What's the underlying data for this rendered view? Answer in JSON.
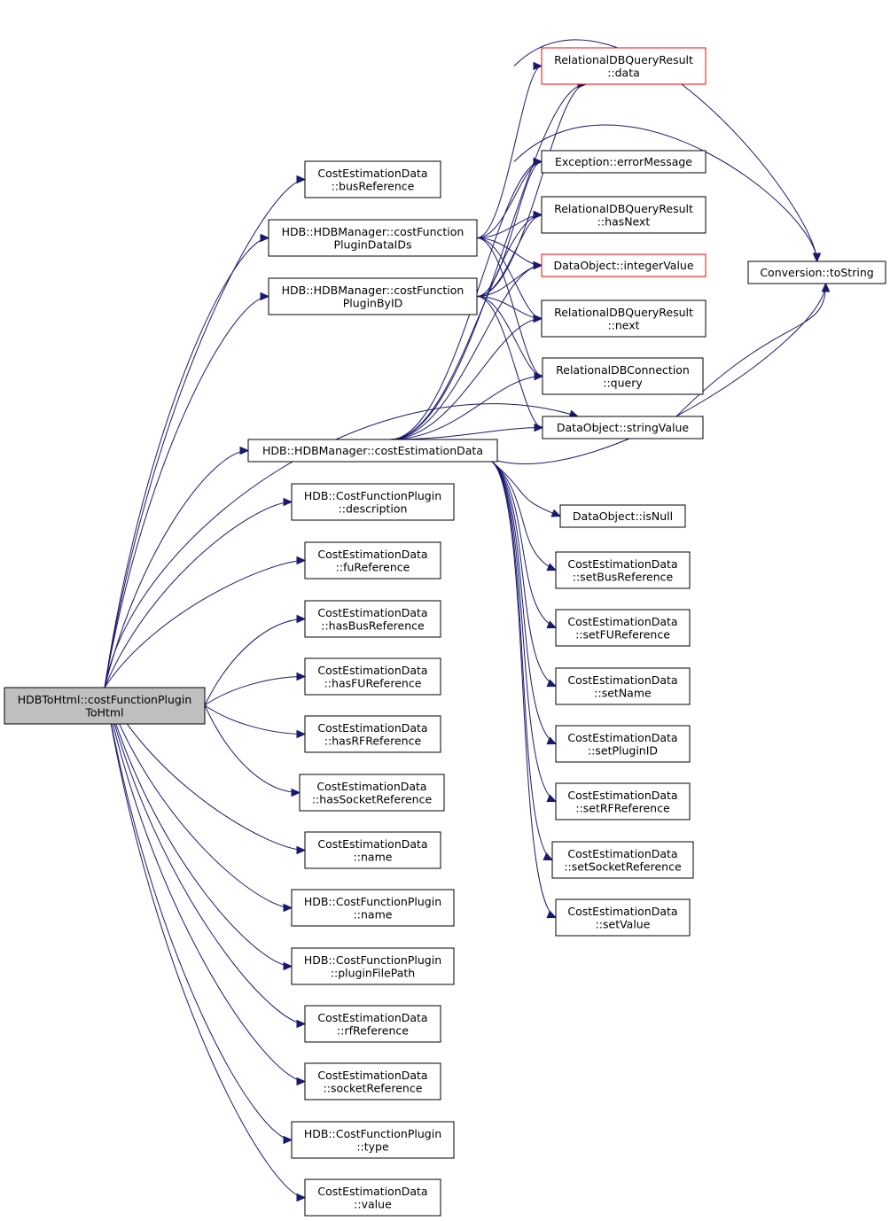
{
  "graph": {
    "type": "call-graph",
    "nodes": [
      {
        "id": "root",
        "lines": [
          "HDBToHtml::costFunctionPlugin",
          "ToHtml"
        ],
        "root": true
      },
      {
        "id": "busRef",
        "lines": [
          "CostEstimationData",
          "::busReference"
        ]
      },
      {
        "id": "dataIDs",
        "lines": [
          "HDB::HDBManager::costFunction",
          "PluginDataIDs"
        ]
      },
      {
        "id": "byID",
        "lines": [
          "HDB::HDBManager::costFunction",
          "PluginByID"
        ]
      },
      {
        "id": "ced",
        "lines": [
          "HDB::HDBManager::costEstimationData"
        ]
      },
      {
        "id": "cfpDesc",
        "lines": [
          "HDB::CostFunctionPlugin",
          "::description"
        ]
      },
      {
        "id": "fuRef",
        "lines": [
          "CostEstimationData",
          "::fuReference"
        ]
      },
      {
        "id": "hasBus",
        "lines": [
          "CostEstimationData",
          "::hasBusReference"
        ]
      },
      {
        "id": "hasFU",
        "lines": [
          "CostEstimationData",
          "::hasFUReference"
        ]
      },
      {
        "id": "hasRF",
        "lines": [
          "CostEstimationData",
          "::hasRFReference"
        ]
      },
      {
        "id": "hasSocket",
        "lines": [
          "CostEstimationData",
          "::hasSocketReference"
        ]
      },
      {
        "id": "cedName",
        "lines": [
          "CostEstimationData",
          "::name"
        ]
      },
      {
        "id": "cfpName",
        "lines": [
          "HDB::CostFunctionPlugin",
          "::name"
        ]
      },
      {
        "id": "cfpPath",
        "lines": [
          "HDB::CostFunctionPlugin",
          "::pluginFilePath"
        ]
      },
      {
        "id": "rfRef",
        "lines": [
          "CostEstimationData",
          "::rfReference"
        ]
      },
      {
        "id": "socketRef",
        "lines": [
          "CostEstimationData",
          "::socketReference"
        ]
      },
      {
        "id": "cfpType",
        "lines": [
          "HDB::CostFunctionPlugin",
          "::type"
        ]
      },
      {
        "id": "cedValue",
        "lines": [
          "CostEstimationData",
          "::value"
        ]
      },
      {
        "id": "rqData",
        "lines": [
          "RelationalDBQueryResult",
          "::data"
        ],
        "red": true
      },
      {
        "id": "errMsg",
        "lines": [
          "Exception::errorMessage"
        ]
      },
      {
        "id": "hasNext",
        "lines": [
          "RelationalDBQueryResult",
          "::hasNext"
        ]
      },
      {
        "id": "intVal",
        "lines": [
          "DataObject::integerValue"
        ],
        "red": true
      },
      {
        "id": "next",
        "lines": [
          "RelationalDBQueryResult",
          "::next"
        ]
      },
      {
        "id": "query",
        "lines": [
          "RelationalDBConnection",
          "::query"
        ]
      },
      {
        "id": "strVal",
        "lines": [
          "DataObject::stringValue"
        ]
      },
      {
        "id": "toStr",
        "lines": [
          "Conversion::toString"
        ]
      },
      {
        "id": "isNull",
        "lines": [
          "DataObject::isNull"
        ]
      },
      {
        "id": "setBus",
        "lines": [
          "CostEstimationData",
          "::setBusReference"
        ]
      },
      {
        "id": "setFU",
        "lines": [
          "CostEstimationData",
          "::setFUReference"
        ]
      },
      {
        "id": "setName",
        "lines": [
          "CostEstimationData",
          "::setName"
        ]
      },
      {
        "id": "setPlugin",
        "lines": [
          "CostEstimationData",
          "::setPluginID"
        ]
      },
      {
        "id": "setRF",
        "lines": [
          "CostEstimationData",
          "::setRFReference"
        ]
      },
      {
        "id": "setSocket",
        "lines": [
          "CostEstimationData",
          "::setSocketReference"
        ]
      },
      {
        "id": "setValue",
        "lines": [
          "CostEstimationData",
          "::setValue"
        ]
      }
    ],
    "edges": [
      [
        "root",
        "busRef"
      ],
      [
        "root",
        "dataIDs"
      ],
      [
        "root",
        "byID"
      ],
      [
        "root",
        "ced"
      ],
      [
        "root",
        "cfpDesc"
      ],
      [
        "root",
        "fuRef"
      ],
      [
        "root",
        "hasBus"
      ],
      [
        "root",
        "hasFU"
      ],
      [
        "root",
        "hasRF"
      ],
      [
        "root",
        "hasSocket"
      ],
      [
        "root",
        "cedName"
      ],
      [
        "root",
        "cfpName"
      ],
      [
        "root",
        "cfpPath"
      ],
      [
        "root",
        "rfRef"
      ],
      [
        "root",
        "socketRef"
      ],
      [
        "root",
        "cfpType"
      ],
      [
        "root",
        "cedValue"
      ],
      [
        "root",
        "strVal"
      ],
      [
        "dataIDs",
        "rqData"
      ],
      [
        "dataIDs",
        "errMsg"
      ],
      [
        "dataIDs",
        "hasNext"
      ],
      [
        "dataIDs",
        "intVal"
      ],
      [
        "dataIDs",
        "next"
      ],
      [
        "dataIDs",
        "query"
      ],
      [
        "byID",
        "rqData"
      ],
      [
        "byID",
        "errMsg"
      ],
      [
        "byID",
        "hasNext"
      ],
      [
        "byID",
        "intVal"
      ],
      [
        "byID",
        "next"
      ],
      [
        "byID",
        "query"
      ],
      [
        "byID",
        "strVal"
      ],
      [
        "ced",
        "rqData"
      ],
      [
        "ced",
        "errMsg"
      ],
      [
        "ced",
        "hasNext"
      ],
      [
        "ced",
        "intVal"
      ],
      [
        "ced",
        "next"
      ],
      [
        "ced",
        "query"
      ],
      [
        "ced",
        "strVal"
      ],
      [
        "ced",
        "toStr"
      ],
      [
        "ced",
        "isNull"
      ],
      [
        "ced",
        "setBus"
      ],
      [
        "ced",
        "setFU"
      ],
      [
        "ced",
        "setName"
      ],
      [
        "ced",
        "setPlugin"
      ],
      [
        "ced",
        "setRF"
      ],
      [
        "ced",
        "setSocket"
      ],
      [
        "ced",
        "setValue"
      ],
      [
        "rqData",
        "toStr"
      ],
      [
        "errMsg",
        "toStr"
      ],
      [
        "strVal",
        "toStr"
      ]
    ]
  }
}
